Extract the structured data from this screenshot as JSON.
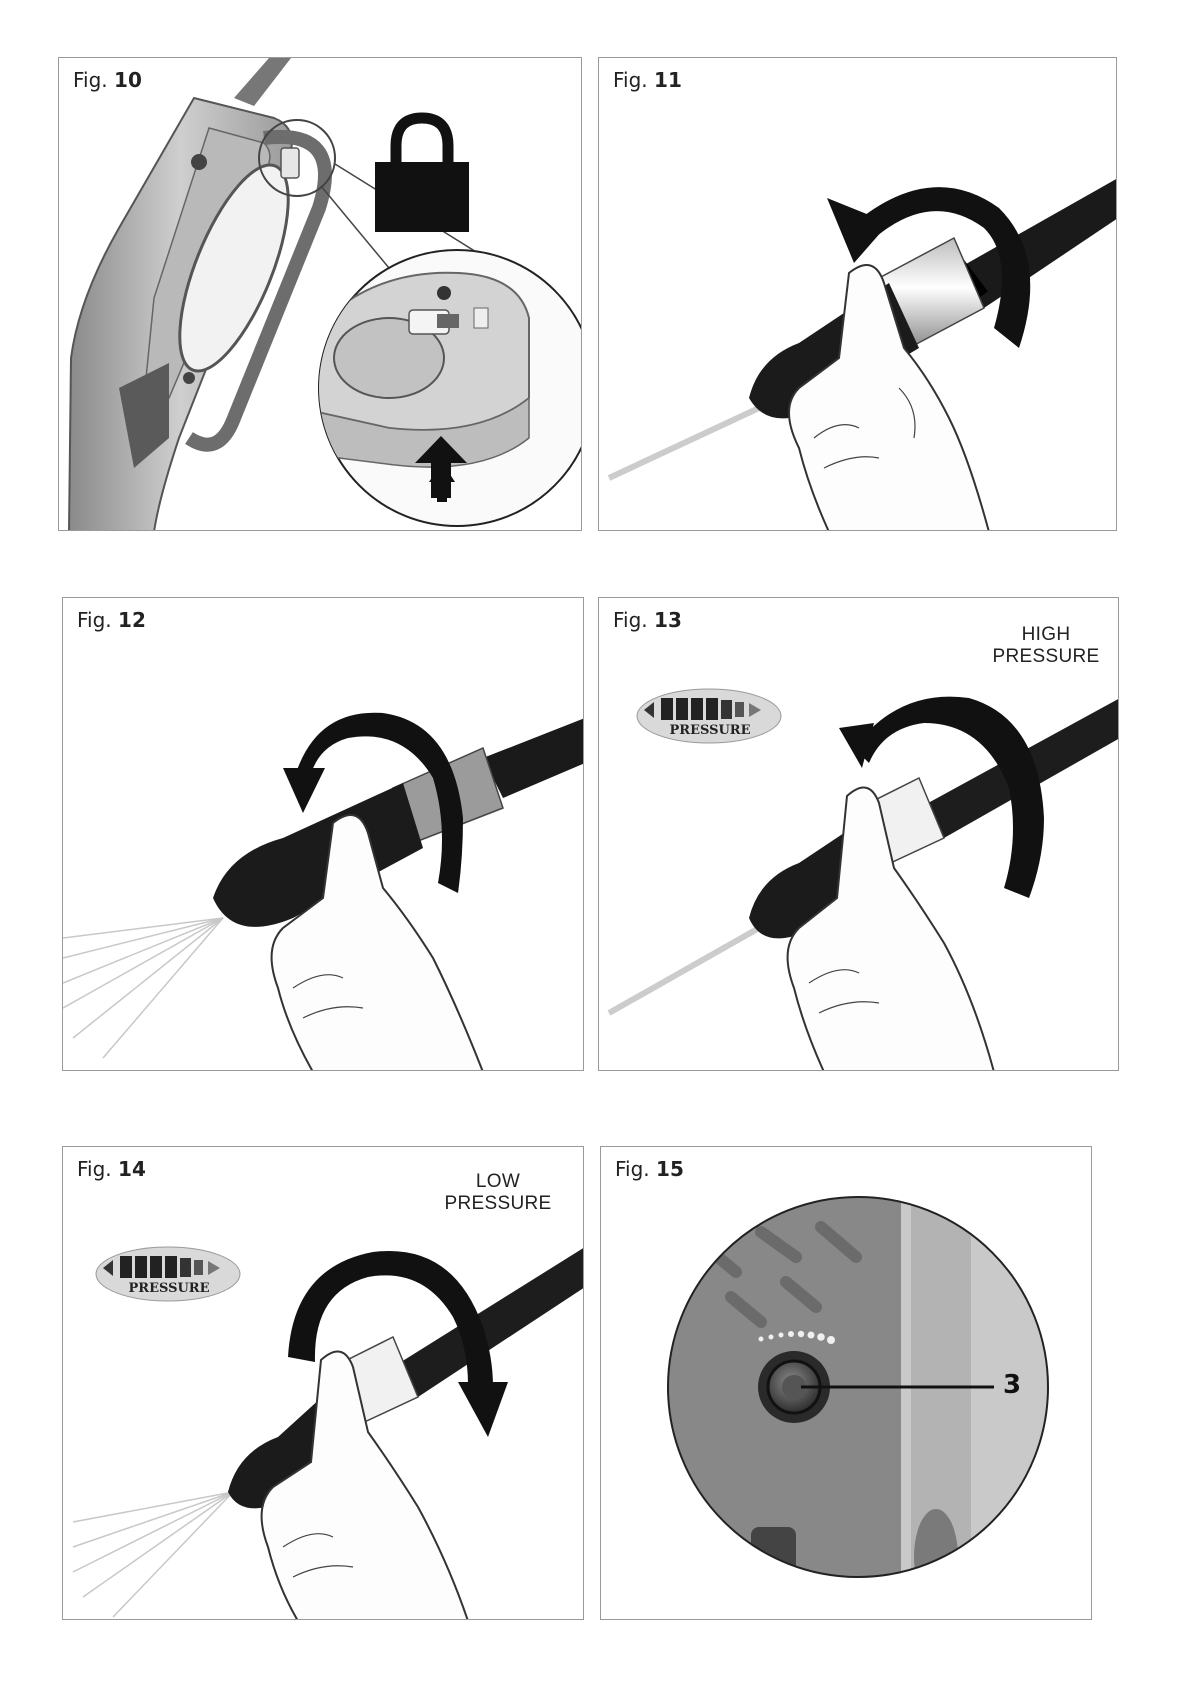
{
  "figures": [
    {
      "prefix": "Fig.",
      "number": "10"
    },
    {
      "prefix": "Fig.",
      "number": "11"
    },
    {
      "prefix": "Fig.",
      "number": "12"
    },
    {
      "prefix": "Fig.",
      "number": "13"
    },
    {
      "prefix": "Fig.",
      "number": "14"
    },
    {
      "prefix": "Fig.",
      "number": "15"
    }
  ],
  "fig13": {
    "label_line1": "HIGH",
    "label_line2": "PRESSURE",
    "badge_text": "PRESSURE"
  },
  "fig14": {
    "label_line1": "LOW",
    "label_line2": "PRESSURE",
    "badge_text": "PRESSURE"
  },
  "fig15": {
    "callout": "3"
  }
}
